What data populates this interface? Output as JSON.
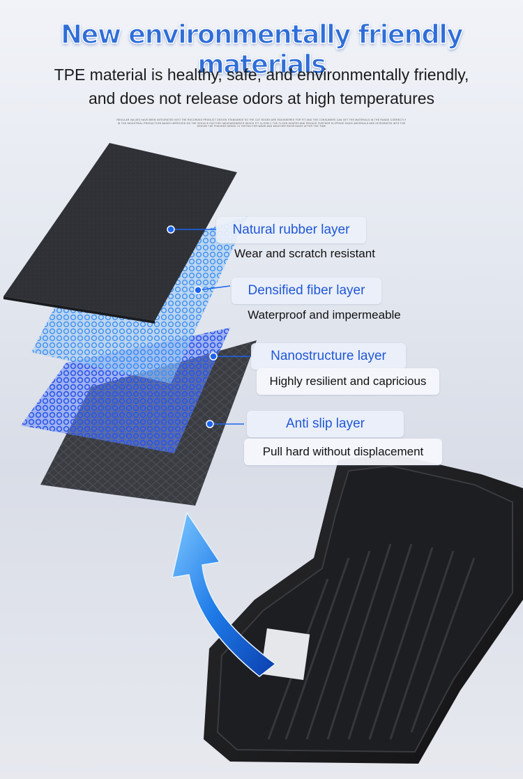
{
  "header": {
    "title": "New environmentally friendly materials",
    "subtitle_line1": "TPE material is healthy, safe, and environmentally friendly,",
    "subtitle_line2": "and does not release odors at high temperatures",
    "fine_print": "REGULAR VALUES HAVE BEEN INTEGRATED INTO THE RECORDED PRODUCT DESIGN STANDARDS SO THE CUT EDGES ARE ENGINEERED FOR FIT AND THE CONSUMERS CAN GET THE MATERIALS IN THE RANGE CORRECTLY IN THE INDUSTRIAL PRODUCTION BASED IMPROVED ON THE VEHICLE FACTORY MEASUREMENTS WHICH FIT CLOSELY THE FLOOR SHAPES AND REDUCE FURTHER SLIPPAGE SINCE MATERIALS ARE INTEGRATED INTO THE DESIGN THE FINISHED MODEL IS TESTED FOR WEAR AND WEATHER RESISTANCE AFTER THE TIME"
  },
  "colors": {
    "accent": "#1f57d6",
    "title_blue": "#2f6ed8",
    "dot_blue": "#1a64f0",
    "arrow_blue": "#1e7be8"
  },
  "layers": [
    {
      "name": "Natural rubber layer",
      "description": "Wear and scratch resistant"
    },
    {
      "name": "Densified fiber layer",
      "description": "Waterproof and impermeable"
    },
    {
      "name": "Nanostructure layer",
      "description": "Highly resilient and capricious"
    },
    {
      "name": "Anti slip layer",
      "description": "Pull hard without displacement"
    }
  ],
  "icons": [
    "up-arrow-icon",
    "callout-dot-icon"
  ]
}
